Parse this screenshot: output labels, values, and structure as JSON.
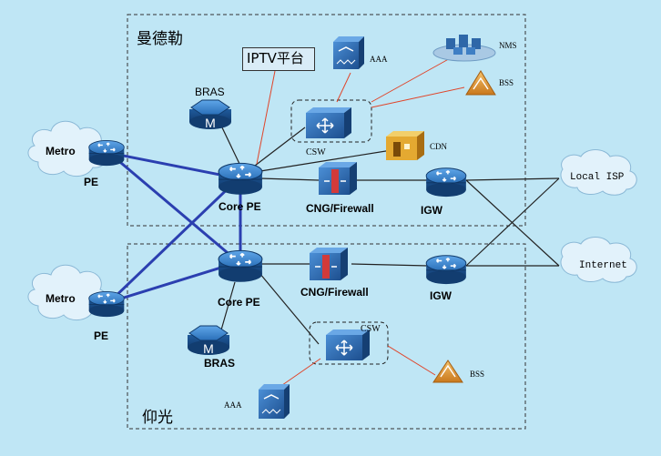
{
  "zones": {
    "top": "曼德勒",
    "bottom": "仰光"
  },
  "iptv_platform": "IPTV平台",
  "nodes": {
    "metro_top": "Metro",
    "pe_top": "PE",
    "metro_bottom": "Metro",
    "pe_bottom": "PE",
    "bras_top": "BRAS",
    "bras_bottom": "BRAS",
    "core_pe_top": "Core PE",
    "core_pe_bottom": "Core PE",
    "csw_top": "CSW",
    "csw_bottom": "CSW",
    "cng_top": "CNG/Firewall",
    "cng_bottom": "CNG/Firewall",
    "igw_top": "IGW",
    "igw_bottom": "IGW",
    "aaa_top": "AAA",
    "aaa_bottom": "AAA",
    "nms": "NMS",
    "bss_top": "BSS",
    "bss_bottom": "BSS",
    "cdn": "CDN",
    "local_isp": "Local ISP",
    "internet": "Internet"
  },
  "colors": {
    "background": "#bfe6f5",
    "router_blue": "#2a6fb8",
    "backbone_link": "#2b3fb0",
    "mgmt_link": "#e0452a",
    "bss_orange": "#e89a2a",
    "cloud_fill": "#e2f2fb"
  }
}
